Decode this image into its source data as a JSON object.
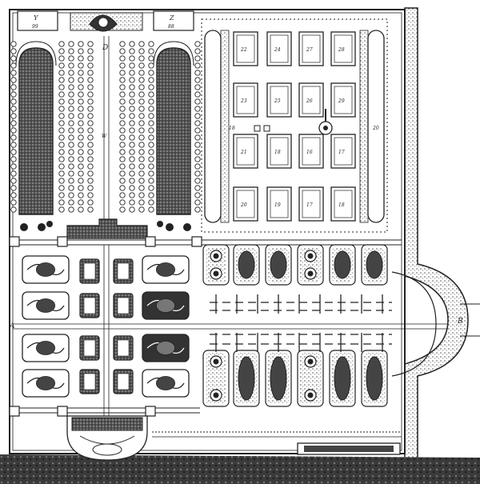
{
  "plan_labels": {
    "corner_left_top": "Y",
    "corner_left_bottom": "99",
    "corner_right_top": "Z",
    "corner_right_bottom": "88",
    "walk_d": "D",
    "walk_w": "W",
    "axis_left": "A",
    "axis_right": "B",
    "side_left": "18",
    "side_right": "20",
    "beds": [
      "22",
      "24",
      "27",
      "28",
      "23",
      "25",
      "26",
      "29",
      "21",
      "18",
      "16",
      "17",
      "20",
      "19",
      "17",
      "18"
    ]
  },
  "colors": {
    "ink": "#222222",
    "paper": "#ffffff",
    "water": "#4a4a4a",
    "ground": "#3a3a3a"
  }
}
